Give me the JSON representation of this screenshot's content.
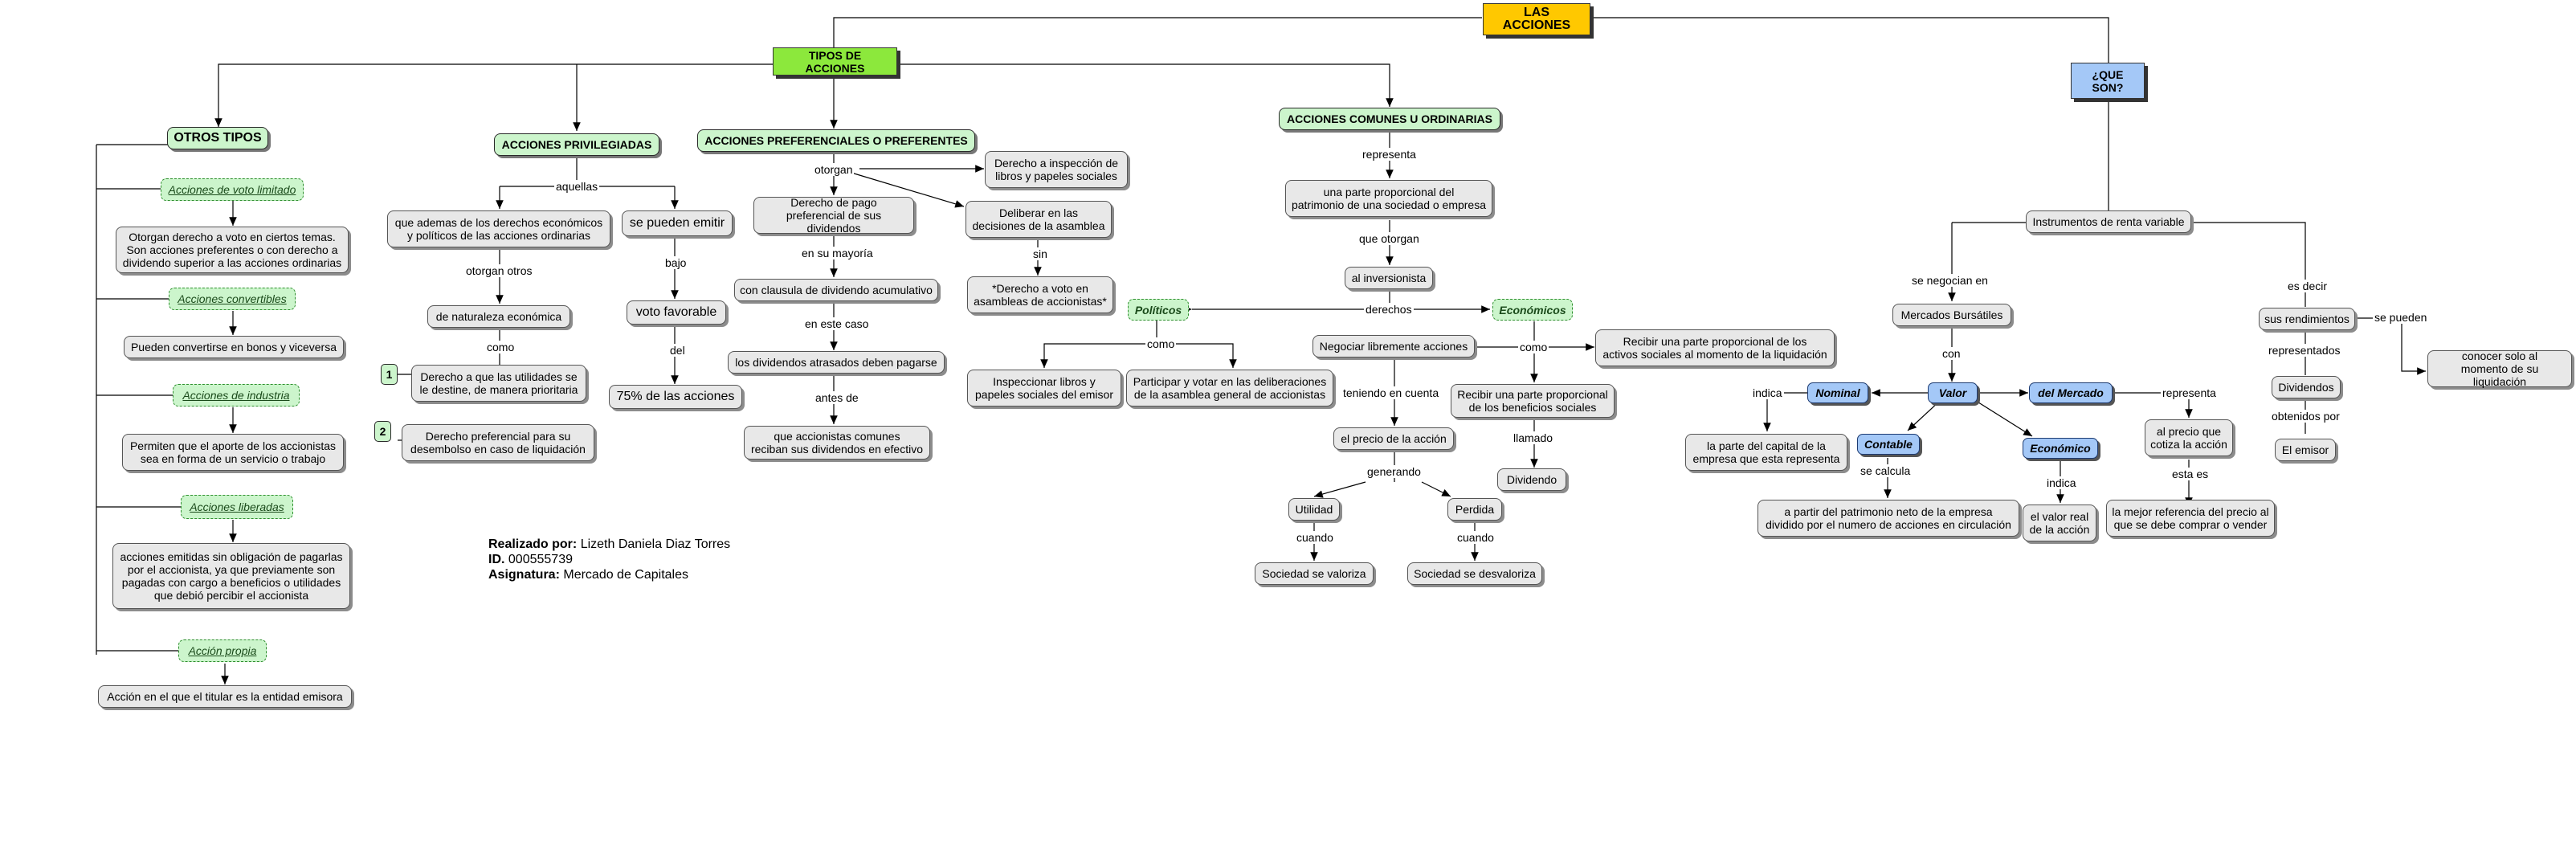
{
  "root": "LAS ACCIONES",
  "tipos": "TIPOS DE ACCIONES",
  "que_son": "¿QUE SON?",
  "otros": {
    "title": "OTROS TIPOS",
    "voto_limitado": "Acciones de voto limitado",
    "voto_limitado_desc": "Otorgan derecho a voto en ciertos temas.\nSon acciones preferentes o con derecho a\ndividendo superior a las acciones ordinarias",
    "convertibles": "Acciones convertibles",
    "convertibles_desc": "Pueden convertirse en bonos y viceversa",
    "industria": "Acciones de industria",
    "industria_desc": "Permiten que el aporte de los accionistas\nsea en forma de un servicio o trabajo",
    "liberadas": "Acciones liberadas",
    "liberadas_desc": "acciones emitidas sin obligación de pagarlas\npor el accionista, ya que previamente son\npagadas con cargo a beneficios o utilidades\nque debió percibir el accionista",
    "propia": "Acción propia",
    "propia_desc": "Acción en el que el titular es la entidad emisora"
  },
  "privilegiadas": {
    "title": "ACCIONES PRIVILEGIADAS",
    "aquellas": "aquellas",
    "ademas": "que ademas de los derechos económicos\ny políticos de las acciones ordinarias",
    "otorgan_otros": "otorgan otros",
    "naturaleza": "de naturaleza económica",
    "como": "como",
    "n1": "1",
    "n2": "2",
    "utilidades": "Derecho a que las utilidades se\nle destine, de manera prioritaria",
    "preferencial": "Derecho preferencial para su\ndesembolso en caso de liquidación",
    "emitir": "se pueden emitir",
    "bajo": "bajo",
    "voto_favorable": "voto favorable",
    "del": "del",
    "pct": "75% de las acciones"
  },
  "preferenciales": {
    "title": "ACCIONES PREFERENCIALES O PREFERENTES",
    "otorgan": "otorgan",
    "pago": "Derecho de pago\npreferencial de sus dividendos",
    "inspeccion": "Derecho a inspección de\nlibros y papeles sociales",
    "deliberar": "Deliberar en las\ndecisiones de la asamblea",
    "sin": "sin",
    "derecho_voto": "*Derecho a voto en\nasambleas de accionistas*",
    "mayoria": "en su mayoría",
    "clausula": "con clausula de dividendo acumulativo",
    "este_caso": "en este caso",
    "atrasados": "los dividendos atrasados deben pagarse",
    "antes": "antes de",
    "comunes_reciban": "que accionistas comunes\nreciban sus dividendos en efectivo"
  },
  "comunes": {
    "title": "ACCIONES COMUNES U ORDINARIAS",
    "representa": "representa",
    "parte": "una parte proporcional del\npatrimonio de una sociedad o empresa",
    "que_otorgan": "que otorgan",
    "inversionista": "al inversionista",
    "derechos": "derechos",
    "politicos": "Políticos",
    "economicos": "Económicos",
    "como_pol": "como",
    "inspeccionar": "Inspeccionar libros y\npapeles sociales del emisor",
    "participar": "Participar y votar en las deliberaciones\nde la asamblea general de accionistas",
    "como_eco": "como",
    "negociar": "Negociar libremente acciones",
    "recibir_activos": "Recibir una parte proporcional de los\nactivos sociales al momento de la liquidación",
    "recibir_beneficios": "Recibir una parte proporcional\nde los beneficios sociales",
    "llamado": "llamado",
    "dividendo": "Dividendo",
    "teniendo": "teniendo en cuenta",
    "precio": "el precio de la acción",
    "generando": "generando",
    "utilidad": "Utilidad",
    "perdida": "Perdida",
    "cuando1": "cuando",
    "cuando2": "cuando",
    "valoriza": "Sociedad se valoriza",
    "desvaloriza": "Sociedad se desvaloriza"
  },
  "queson": {
    "renta": "Instrumentos de renta variable",
    "negocian": "se negocian en",
    "mercados": "Mercados Bursátiles",
    "con": "con",
    "valor": "Valor",
    "nominal": "Nominal",
    "indica1": "indica",
    "nominal_desc": "la parte del capital de la\nempresa que esta representa",
    "contable": "Contable",
    "se_calcula": "se calcula",
    "contable_desc": "a partir del patrimonio neto de la empresa\ndividido por el numero de acciones en circulación",
    "economico": "Económico",
    "indica2": "indica",
    "economico_desc": "el valor real\nde la acción",
    "mercado": "del Mercado",
    "representa2": "representa",
    "precio_cotiza": "al precio que\ncotiza la acción",
    "esta_es": "esta es",
    "mejor_ref": "la mejor referencia del precio al\nque se debe comprar o vender",
    "es_decir": "es decir",
    "rendimientos": "sus rendimientos",
    "representados": "representados",
    "dividendos": "Dividendos",
    "obtenidos": "obtenidos por",
    "emisor": "El emisor",
    "se_pueden": "se pueden",
    "conocer": "conocer solo al\nmomento de su liquidación"
  },
  "credits": {
    "realizado_label": "Realizado por:",
    "realizado": "Lizeth Daniela Diaz Torres",
    "id_label": "ID.",
    "id": "000555739",
    "asig_label": "Asignatura:",
    "asig": "Mercado de Capitales"
  }
}
